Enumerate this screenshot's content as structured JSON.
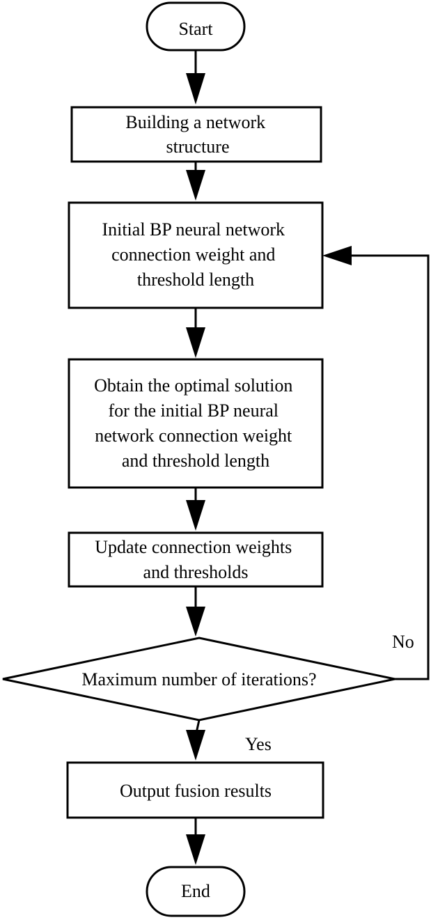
{
  "nodes": {
    "start": {
      "lines": [
        "Start"
      ]
    },
    "build": {
      "lines": [
        "Building a network",
        "structure"
      ]
    },
    "init": {
      "lines": [
        "Initial BP neural network",
        "connection weight and",
        "threshold length"
      ]
    },
    "optimal": {
      "lines": [
        "Obtain the optimal solution",
        "for the initial BP neural",
        "network connection weight",
        "and threshold length"
      ]
    },
    "update": {
      "lines": [
        "Update connection weights",
        "and thresholds"
      ]
    },
    "decision": {
      "lines": [
        "Maximum number of iterations?"
      ]
    },
    "output": {
      "lines": [
        "Output fusion results"
      ]
    },
    "end": {
      "lines": [
        "End"
      ]
    }
  },
  "edges": {
    "no_label": "No",
    "yes_label": "Yes"
  }
}
